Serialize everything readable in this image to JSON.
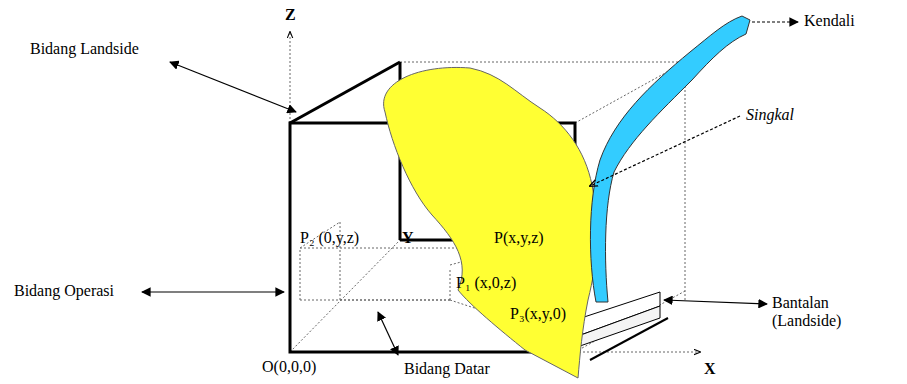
{
  "diagram": {
    "labels": [
      "Z",
      "Kendali",
      "Bidang Landside",
      "Singkal",
      "P₂ (0,y,z)",
      "Y",
      "P(x,y,z)",
      "Bantalan (Landside)",
      "P₁ (x,0,z)",
      "Bidang Operasi",
      "P₃(x,y,0)",
      "O(0,0,0)",
      "Bidang Datar",
      "X"
    ]
  }
}
